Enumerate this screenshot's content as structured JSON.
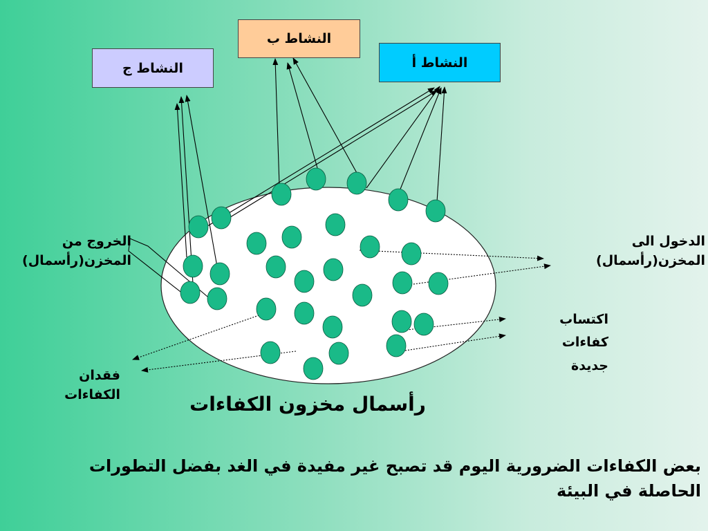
{
  "activities": {
    "a": {
      "label": "النشاط أ",
      "color": "#00ccff"
    },
    "b": {
      "label": "النشاط ب",
      "color": "#ffcc99"
    },
    "c": {
      "label": "النشاط ج",
      "color": "#ccccff"
    }
  },
  "labels": {
    "entry_line1": "الدخول الى",
    "entry_line2": "المخزن(رأسمال)",
    "exit_line1": "الخروج من",
    "exit_line2": "المخزن(رأسمال)",
    "acquire_line1": "اكتساب",
    "acquire_line2": "كفاءات",
    "acquire_line3": "جديدة",
    "loss_line1": "فقدان",
    "loss_line2": "الكفاءات",
    "stock_title": "رأسمال مخزون الكفاءات",
    "note_line1": "بعض الكفاءات الضرورية اليوم قد تصبح غير مفيدة في الغد بفضل التطورات",
    "note_line2": "الحاصلة في البيئة"
  },
  "colors": {
    "competency_fill": "#1aba88",
    "stock_fill": "#ffffff"
  }
}
